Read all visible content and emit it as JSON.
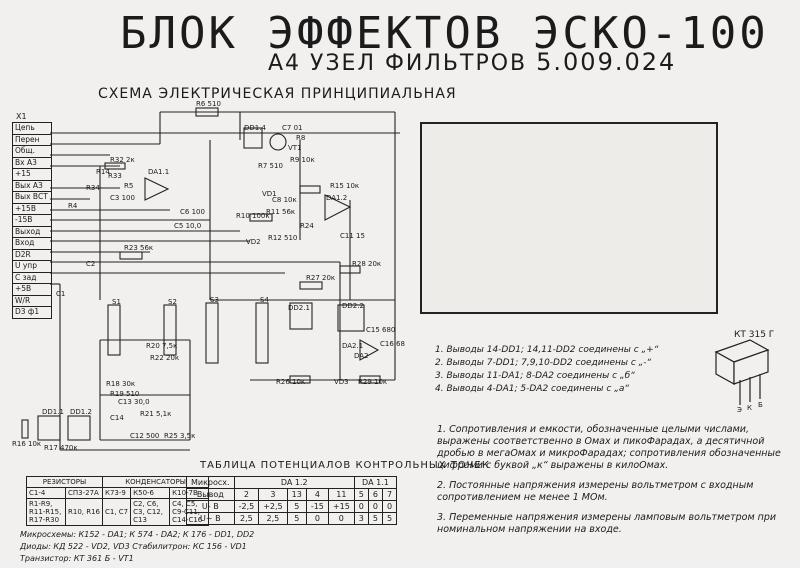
{
  "title": "БЛОК ЭФФЕКТОВ ЭСКО-100",
  "subtitle": {
    "prefix": "А4",
    "text": "УЗЕЛ  ФИЛЬТРОВ",
    "code": "5.009.024"
  },
  "schematic_label": "СХЕМА  ЭЛЕКТРИЧЕСКАЯ  ПРИНЦИПИАЛЬНАЯ",
  "connector": {
    "name": "X1",
    "pins": [
      "Цепь",
      "Перен",
      "Общ.",
      "Вх А3",
      "+15",
      "Вых АЗ",
      "Вых ВСТ",
      "+15В",
      "-15В",
      "Выход",
      "Вход",
      "D2R",
      "U упр",
      "C зад",
      "+5В",
      "W/R",
      "D3 ф1"
    ]
  },
  "components": [
    "R6 510",
    "DD1.4",
    "C7 01",
    "R8",
    "VT1",
    "R9 10к",
    "R7 510",
    "R32 2к",
    "R33",
    "R34",
    "DA1.1",
    "R5",
    "C3 100",
    "R14",
    "R4",
    "R15 10к",
    "VD1",
    "C8 10к",
    "DA1.2",
    "R11 56к",
    "R10 100к",
    "C6 100",
    "C5 10,0",
    "R12 510",
    "VD2",
    "R24",
    "C11 15",
    "R23 56к",
    "R27 20к",
    "R28 20к",
    "S1",
    "S2",
    "S3",
    "S4",
    "DD2.1",
    "DD2.2",
    "C15 680",
    "C16 68",
    "DA2",
    "DA2.1",
    "R26 10к",
    "VD3",
    "R29 10к",
    "R20 7,5к",
    "R22 20к",
    "R18 30к",
    "R19 510",
    "C13 30,0",
    "C14",
    "R21 5,1к",
    "C12 500",
    "R25 3,5к",
    "DD1.1",
    "DD1.2",
    "R16 10к",
    "R17 470к",
    "C1",
    "C2"
  ],
  "pin_notes": [
    "1. Выводы  14-DD1;  14,11-DD2  соединены с „+“",
    "2. Выводы  7-DD1;  7,9,10-DD2  соединены с „-“",
    "3. Выводы  11-DA1;  8-DA2  соединены с „б“",
    "4. Выводы  4-DA1;  5-DA2  соединены с „a“"
  ],
  "package": {
    "label": "КТ 315 Г",
    "pins": [
      "Э",
      "К",
      "Б"
    ]
  },
  "remarks": [
    "1. Сопротивления и емкости, обозначенные целыми числами, выражены соответственно в Омах и пикоФарадах, а десятичной дробью в мегаОмах и микроФарадах; сопротивления обозначенные цифрами с буквой „к“ выражены в килоОмах.",
    "2. Постоянные напряжения измерены вольтметром с входным сопротивлением не менее 1 МОм.",
    "3. Переменные напряжения измерены ламповым вольтметром при номинальном напряжении на входе."
  ],
  "components_table": {
    "headers": [
      "РЕЗИСТОРЫ",
      "КОНДЕНСАТОРЫ"
    ],
    "rows": [
      [
        "С1-4",
        "СП3-27А",
        "К73-9",
        "К50-6",
        "К10-7В"
      ],
      [
        "R1-R9, R11-R15, R17-R30",
        "R10, R16",
        "С1, С7",
        "С2, С6, С3, С12, С13",
        "С4, С5, С9-С11, С14-С16"
      ]
    ]
  },
  "voltage_table": {
    "title": "ТАБЛИЦА  ПОТЕНЦИАЛОВ  КОНТРОЛЬНЫХ  ТОЧЕК",
    "col_header": "Микросх.",
    "groups": [
      {
        "label": "DA 1.2",
        "pins": [
          "2",
          "3",
          "13",
          "4",
          "11"
        ]
      },
      {
        "label": "DA 1.1",
        "pins": [
          "5",
          "6",
          "7"
        ]
      }
    ],
    "row_header": "Вывод",
    "rows": [
      {
        "label": "U- В",
        "values": [
          "-2,5",
          "+2,5",
          "5",
          "-15",
          "+15",
          "0",
          "0",
          "0"
        ]
      },
      {
        "label": "U~ В",
        "values": [
          "2,5",
          "2,5",
          "5",
          "0",
          "0",
          "3",
          "5",
          "5"
        ]
      }
    ]
  },
  "bottom": [
    "Микросхемы:  К152 - DA1;   К 574 - DA2;   К 176 - DD1, DD2",
    "Диоды:  КД 522 - VD2, VD3    Стабилитрон:  КС 156 - VD1",
    "Транзистор:   КТ 361 Б - VT1"
  ]
}
